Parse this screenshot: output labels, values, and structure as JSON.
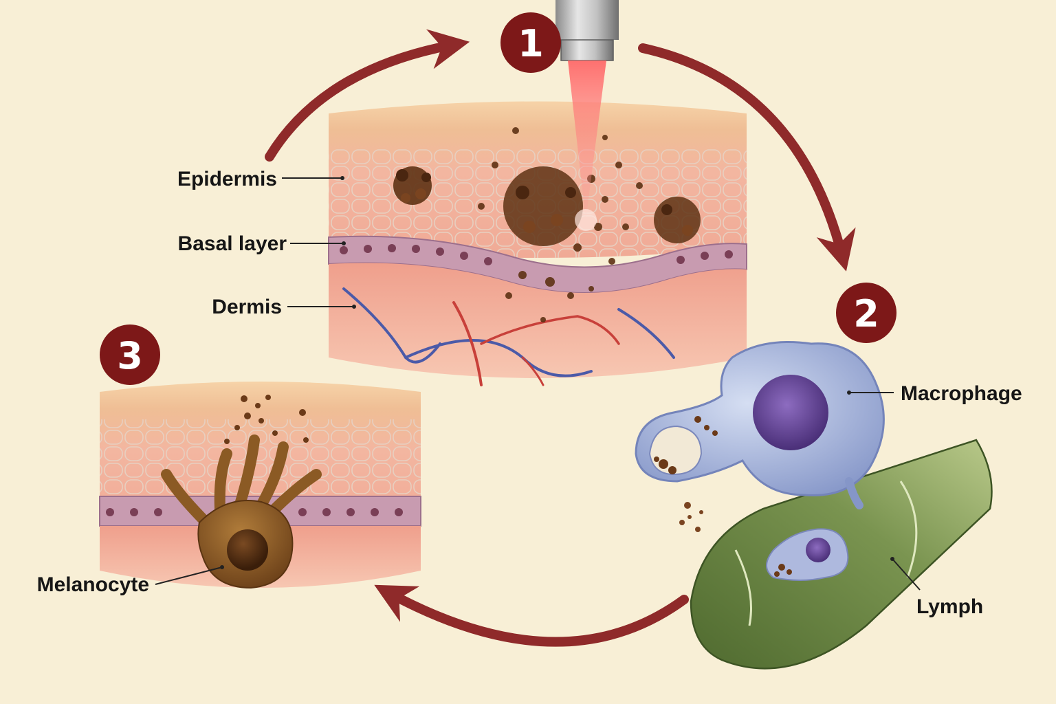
{
  "steps": [
    "1",
    "2",
    "3"
  ],
  "labels": {
    "epidermis": "Epidermis",
    "basal_layer": "Basal layer",
    "dermis": "Dermis",
    "macrophage": "Macrophage",
    "lymph": "Lymph",
    "melanocyte": "Melanocyte"
  },
  "colors": {
    "background": "#f8efd6",
    "cycle_arrow": "#8f2a2a",
    "step_badge": "#7d1818",
    "laser_beam": "#f04a4a",
    "pigment": "#5e3214",
    "skin_epidermis": "#f1b79c",
    "skin_dermis": "#eaa28c",
    "basal_cells": "#c79ab0",
    "vein": "#4b5aa8",
    "artery": "#c8403a",
    "macrophage": "#a9b7dc",
    "macrophage_nucleus": "#5a3d8c",
    "lymph_vessel": "#5f7a3a",
    "melanocyte": "#8b5a24"
  },
  "icons": [
    "laser-handpiece-icon"
  ]
}
